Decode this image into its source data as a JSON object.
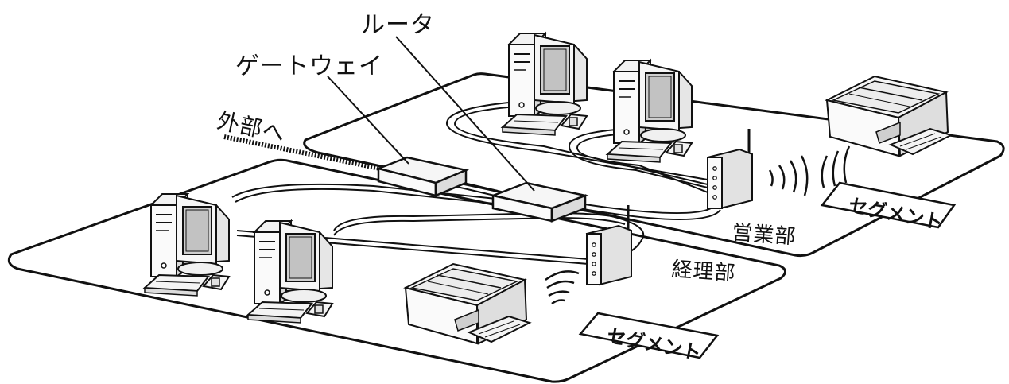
{
  "labels": {
    "router": "ルータ",
    "gateway": "ゲートウェイ",
    "external": "外部へ",
    "sales_dept": "営業部",
    "accounting_dept": "経理部"
  },
  "segment_tags": [
    "セグメント",
    "セグメント"
  ]
}
